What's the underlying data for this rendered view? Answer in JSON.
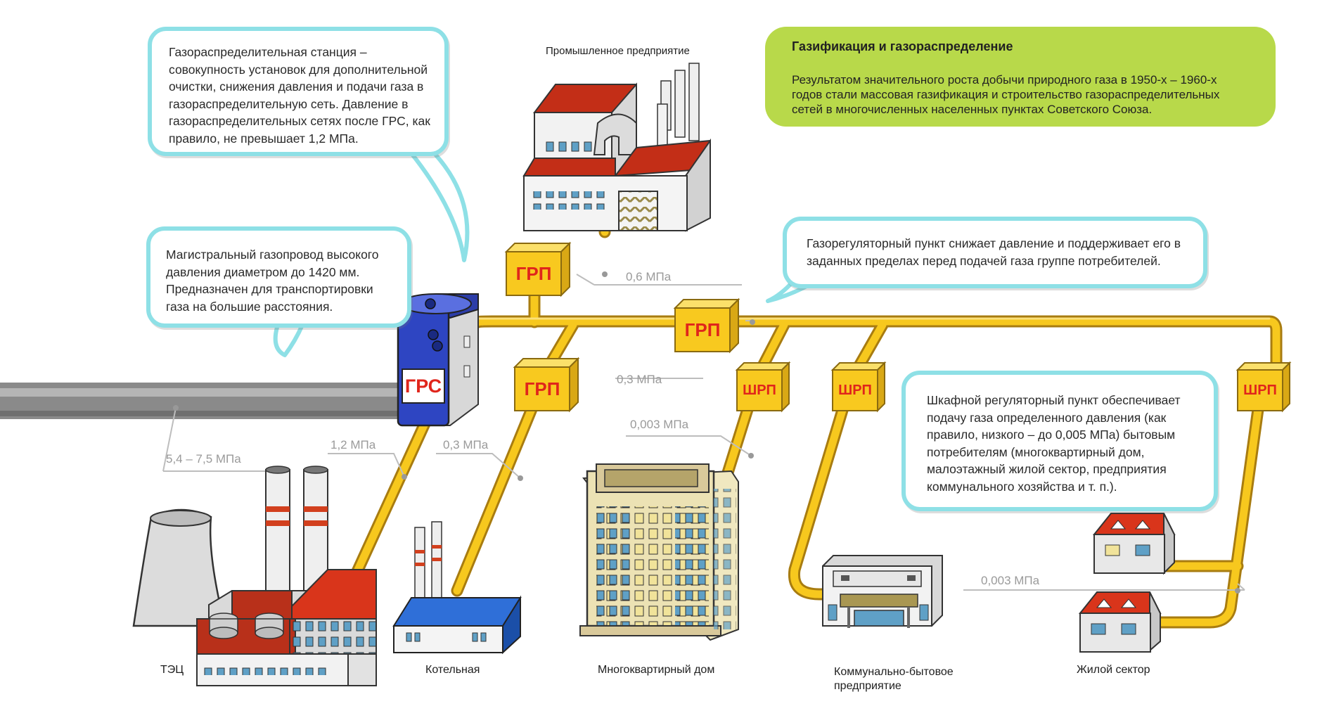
{
  "header": {
    "title": "Газификация и газораспределение",
    "text": "Результатом значительного роста добычи природного газа в 1950-х – 1960-х годов стали массовая газификация и строительство газораспределительных сетей в многочисленных населенных пунктах Советского Союза."
  },
  "callouts": {
    "grs_station": "Газораспределительная станция – совокупность установок для дополнительной очистки, снижения давления и подачи газа в газораспределительную сеть. Давление в газораспределительных сетях после ГРС, как правило, не превышает 1,2 МПа.",
    "main_pipeline": "Магистральный газопровод высокого давления диаметром до 1420 мм. Предназначен для транспортировки газа на большие расстояния.",
    "grp": "Газорегуляторный пункт снижает давление и поддерживает его в заданных пределах перед подачей газа группе потребителей.",
    "shrp": "Шкафной регуляторный пункт обеспечивает подачу газа определенного давления (как правило, низкого – до 0,005 МПа) бытовым потребителям (многоквартирный дом, малоэтажный жилой сектор, предприятия коммунального хозяйства и т. п.)."
  },
  "units": {
    "grs": "ГРС",
    "grp": "ГРП",
    "shrp": "ШРП"
  },
  "pressures": {
    "main": "5,4 – 7,5 МПа",
    "after_grs": "1,2 МПа",
    "boiler": "0,3 МПа",
    "industrial": "0,6 МПа",
    "mid": "0,3 МПа",
    "apartment": "0,003 МПа",
    "residential": "0,003 МПа"
  },
  "consumers": {
    "tec": "ТЭЦ",
    "boiler": "Котельная",
    "apartment": "Многоквартирный дом",
    "communal": "Коммунально-бытовое предприятие",
    "residential": "Жилой сектор",
    "industrial": "Промышленное предприятие"
  },
  "colors": {
    "pipe": "#f7c81e",
    "pipe_outline": "#b8860b",
    "unit_box": "#f8c91f",
    "unit_text": "#e0251b",
    "bubble_border": "#8ee0e6",
    "header_bg": "#b8d94a",
    "roof_red": "#d9351b",
    "main_pipe": "#8a8a8a"
  }
}
